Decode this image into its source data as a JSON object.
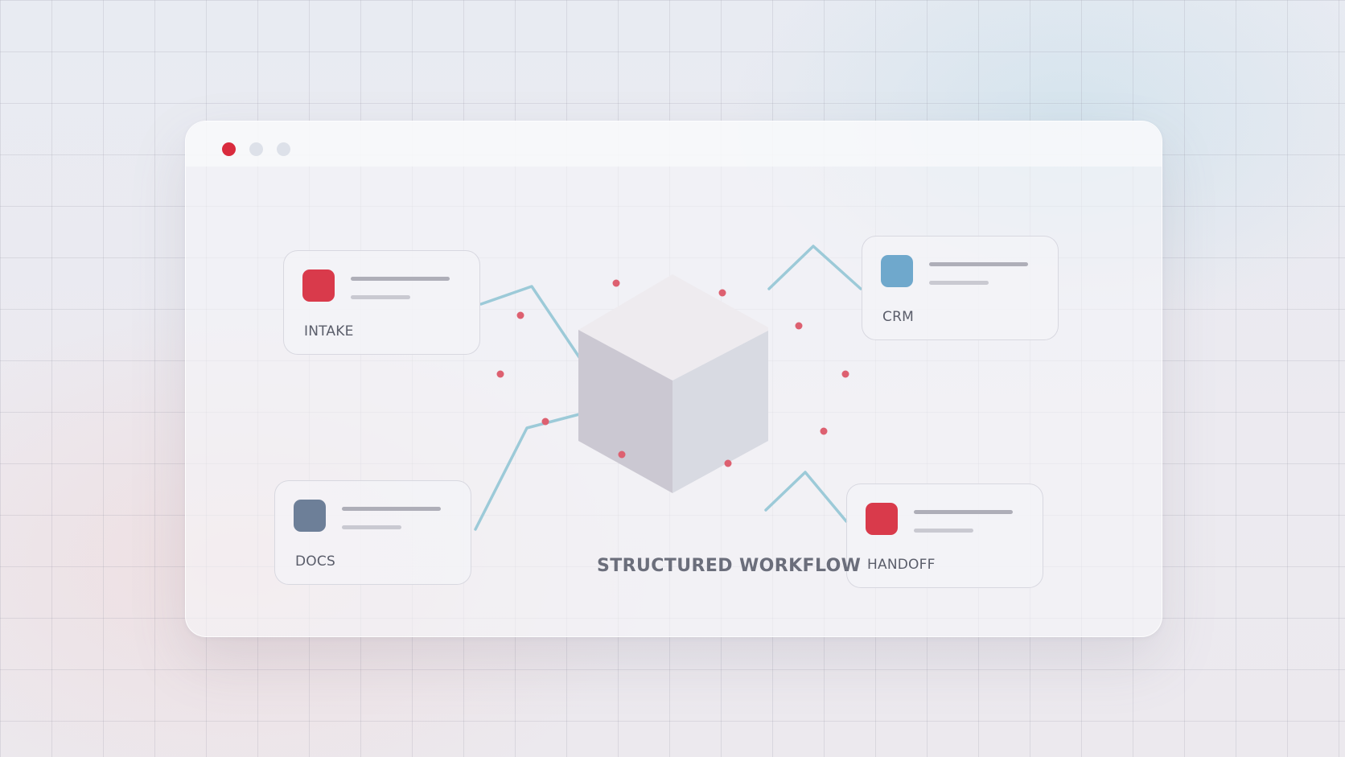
{
  "window": {
    "controls": [
      "close-dot",
      "minimize-dot",
      "maximize-dot"
    ]
  },
  "diagram": {
    "title": "STRUCTURED WORKFLOW",
    "center_shape": "cube-icon",
    "nodes": [
      {
        "id": "intake",
        "label": "INTAKE",
        "chip_color": "#d93a4b"
      },
      {
        "id": "crm",
        "label": "CRM",
        "chip_color": "#6fa8cc"
      },
      {
        "id": "docs",
        "label": "DOCS",
        "chip_color": "#6d7f98"
      },
      {
        "id": "handoff",
        "label": "HANDOFF",
        "chip_color": "#d93a4b"
      }
    ]
  },
  "colors": {
    "accent_red": "#d92b3d",
    "connector_blue": "#9ccad8",
    "particle_red": "#dd6070"
  }
}
